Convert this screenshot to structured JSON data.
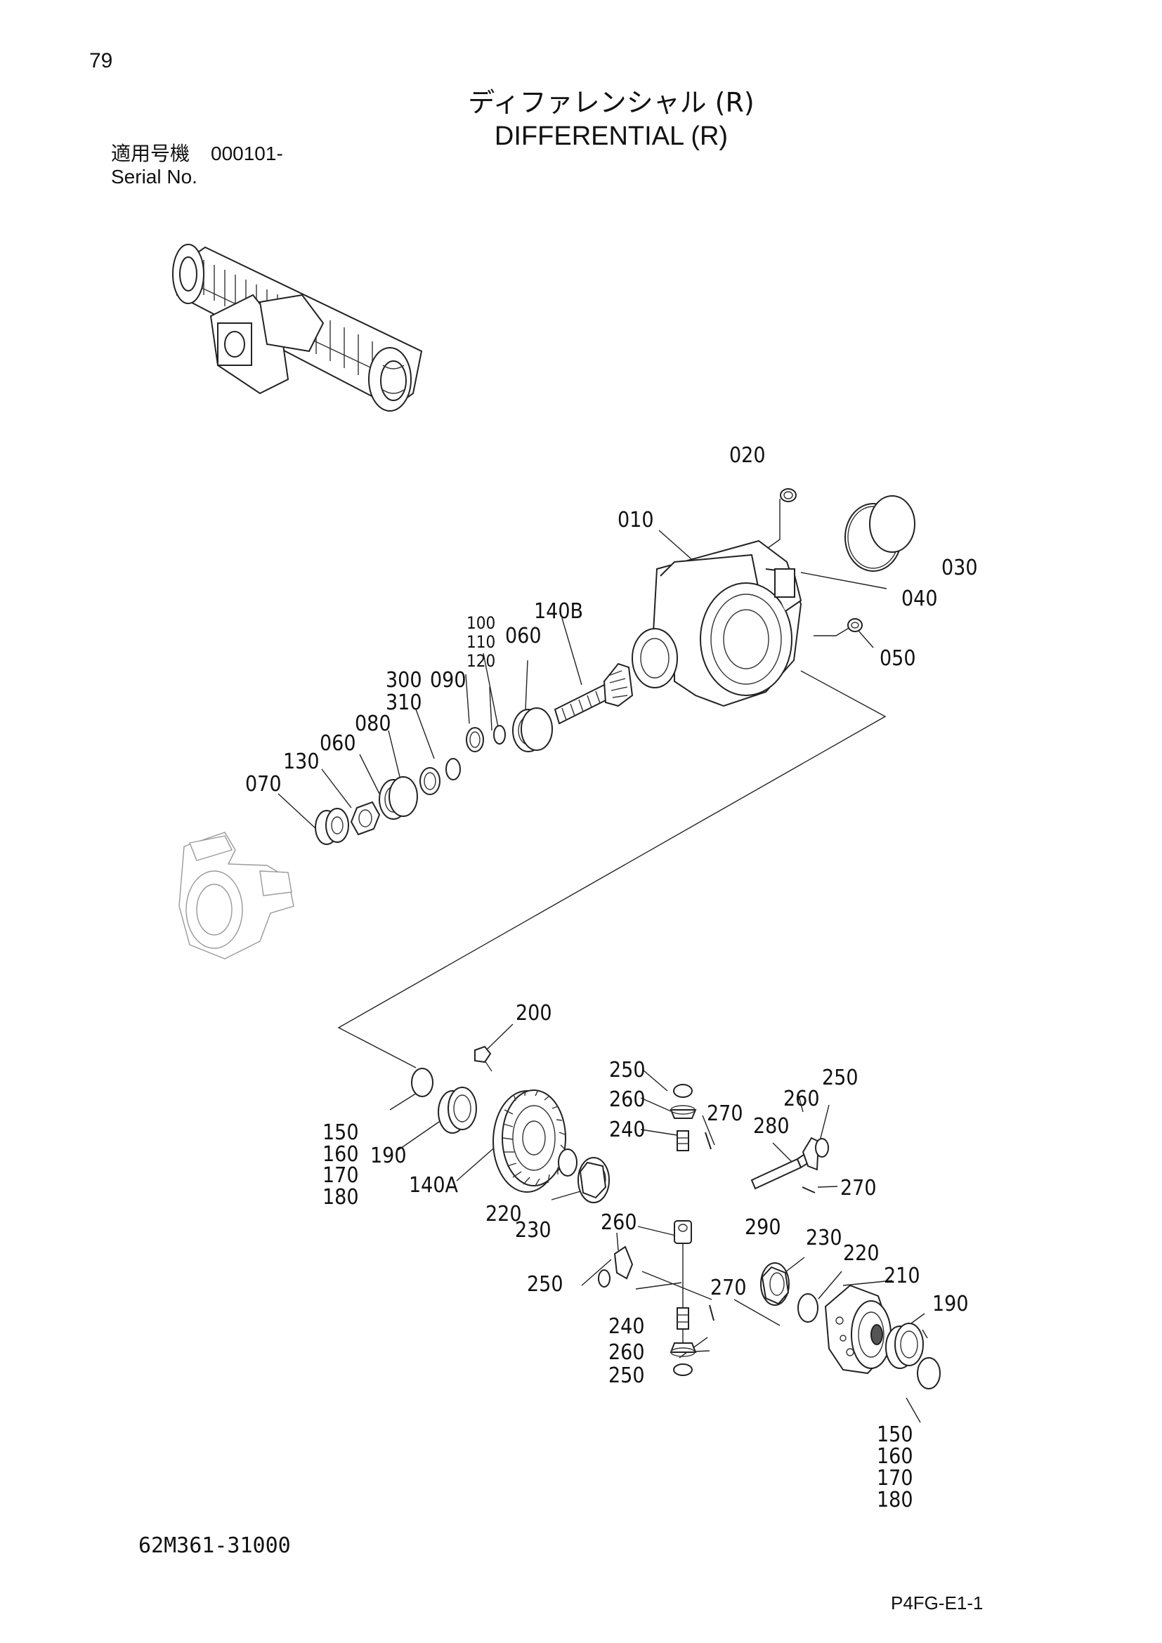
{
  "header": {
    "page_number": "79",
    "title_jp": "ディファレンシャル (R)",
    "title_en": "DIFFERENTIAL (R)",
    "serial_label_jp": "適用号機",
    "serial_value": "000101-",
    "serial_label_en": "Serial No."
  },
  "footer": {
    "part_code": "62M361-31000",
    "page_code": "P4FG-E1-1"
  },
  "callouts": {
    "c020": "020",
    "c010": "010",
    "c030": "030",
    "c040": "040",
    "c050": "050",
    "c140B": "140B",
    "c100": "100",
    "c110": "110",
    "c120": "120",
    "c060a": "060",
    "c300": "300",
    "c090": "090",
    "c310": "310",
    "c080": "080",
    "c060b": "060",
    "c130": "130",
    "c070": "070",
    "c200": "200",
    "c150a": "150",
    "c160a": "160",
    "c170a": "170",
    "c180a": "180",
    "c190a": "190",
    "c140A": "140A",
    "c250a": "250",
    "c260a": "260",
    "c270a": "270",
    "c240a": "240",
    "c260b": "260",
    "c250b": "250",
    "c280": "280",
    "c270b": "270",
    "c220a": "220",
    "c230a": "230",
    "c260c": "260",
    "c290": "290",
    "c230b": "230",
    "c220b": "220",
    "c210": "210",
    "c250c": "250",
    "c270c": "270",
    "c190b": "190",
    "c240b": "240",
    "c260d": "260",
    "c250d": "250",
    "c150b": "150",
    "c160b": "160",
    "c170b": "170",
    "c180b": "180"
  }
}
